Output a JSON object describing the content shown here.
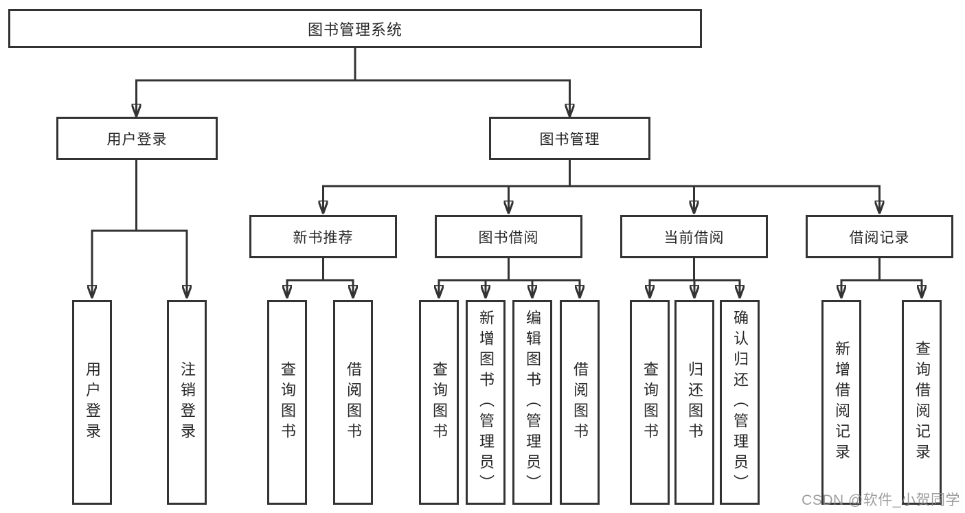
{
  "diagram_title": "图书管理系统",
  "nodes": {
    "root": "图书管理系统",
    "user_login": "用户登录",
    "book_mgmt": "图书管理",
    "new_book": "新书推荐",
    "borrowing": "图书借阅",
    "current": "当前借阅",
    "records": "借阅记录",
    "ul_login": "用户登录",
    "ul_logout": "注销登录",
    "nb_query": "查询图书",
    "nb_borrow": "借阅图书",
    "bw_query": "查询图书",
    "bw_add": "新增图书（管理员）",
    "bw_edit": "编辑图书（管理员）",
    "bw_borrow": "借阅图书",
    "cu_query": "查询图书",
    "cu_return": "归还图书",
    "cu_confirm": "确认归还（管理员）",
    "rc_add": "新增借阅记录",
    "rc_query": "查询借阅记录"
  },
  "hierarchy": {
    "图书管理系统": {
      "用户登录": [
        "用户登录",
        "注销登录"
      ],
      "图书管理": {
        "新书推荐": [
          "查询图书",
          "借阅图书"
        ],
        "图书借阅": [
          "查询图书",
          "新增图书（管理员）",
          "编辑图书（管理员）",
          "借阅图书"
        ],
        "当前借阅": [
          "查询图书",
          "归还图书",
          "确认归还（管理员）"
        ],
        "借阅记录": [
          "新增借阅记录",
          "查询借阅记录"
        ]
      }
    }
  },
  "watermark": {
    "text": "CSDN @软件_小贺同学"
  },
  "colors": {
    "line": "#333333",
    "box_border": "#333333",
    "box_fill": "#ffffff",
    "text": "#262626",
    "background": "#ffffff",
    "watermark": "#8c8c8c"
  }
}
